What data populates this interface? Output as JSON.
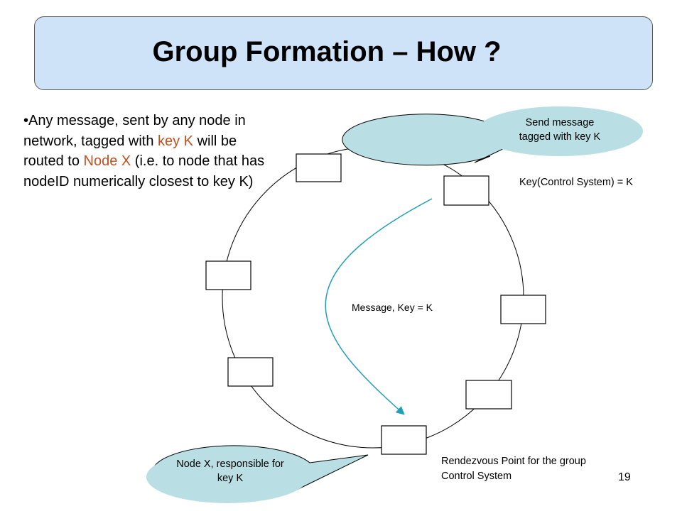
{
  "slide": {
    "title": "Group Formation – How ?",
    "bullet": {
      "marker": "•",
      "part1": "Any message, sent by any node in network, tagged with ",
      "key_text": "key K",
      "part2": " will be routed  to ",
      "node_text": "Node X",
      "part3": " (i.e. to node that has nodeID numerically closest to key K)"
    },
    "callout_send": "Send message tagged with key K",
    "key_label": "Key(Control System) = K",
    "message_label": "Message, Key = K",
    "callout_node": "Node X, responsible for key K",
    "rendezvous_label": "Rendezvous Point for the group Control System",
    "page_number": "19"
  },
  "colors": {
    "title_fill": "#cfe3f8",
    "callout_fill": "#b9dfe4",
    "arrow": "#1e9fb3",
    "accent_text": "#c0501f"
  }
}
